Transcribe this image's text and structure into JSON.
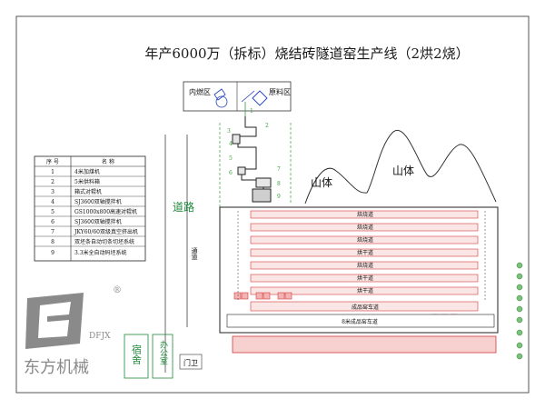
{
  "title": "年产6000万（拆标）烧结砖隧道窑生产线（2烘2烧）",
  "areas": {
    "inner_fuel": "内燃区",
    "raw_material": "原料区",
    "mountain_left": "山体",
    "mountain_right": "山体",
    "road_vertical": "道路",
    "channel": "通道",
    "dormitory": "宿舍",
    "office": "办公室",
    "gate": "门卫"
  },
  "kiln_lanes": [
    "焙烧道",
    "焙烧道",
    "焙烧道",
    "烘干道",
    "焙烧道",
    "烘干道",
    "烘干道",
    "成品窑车道"
  ],
  "finished_yard": "8米成品窑车道",
  "equipment_table": {
    "headers": [
      "序 号",
      "名 称"
    ],
    "rows": [
      [
        "1",
        "4米加煤机"
      ],
      [
        "2",
        "5米供料箱"
      ],
      [
        "3",
        "箱式对辊机"
      ],
      [
        "4",
        "SJ3600双轴搅拌机"
      ],
      [
        "5",
        "GS1000x800高速对辊机"
      ],
      [
        "6",
        "SJ3600双轴搅拌机"
      ],
      [
        "7",
        "JKY60/60双级真空挤出机"
      ],
      [
        "8",
        "双坯条自动切条切坯系统"
      ],
      [
        "9",
        "3.3米全自动码坯系统"
      ]
    ]
  },
  "conveyor_numbers": [
    "1",
    "2",
    "3",
    "4",
    "5",
    "6",
    "7",
    "8",
    "9"
  ],
  "logo": {
    "brand": "东方机械",
    "mark": "DFJX",
    "registered": "®"
  },
  "colors": {
    "line": "#1a1a1a",
    "accent_red": "#d23b3b",
    "blue_text": "#1f3fbf",
    "green": "#3a9a3a"
  }
}
